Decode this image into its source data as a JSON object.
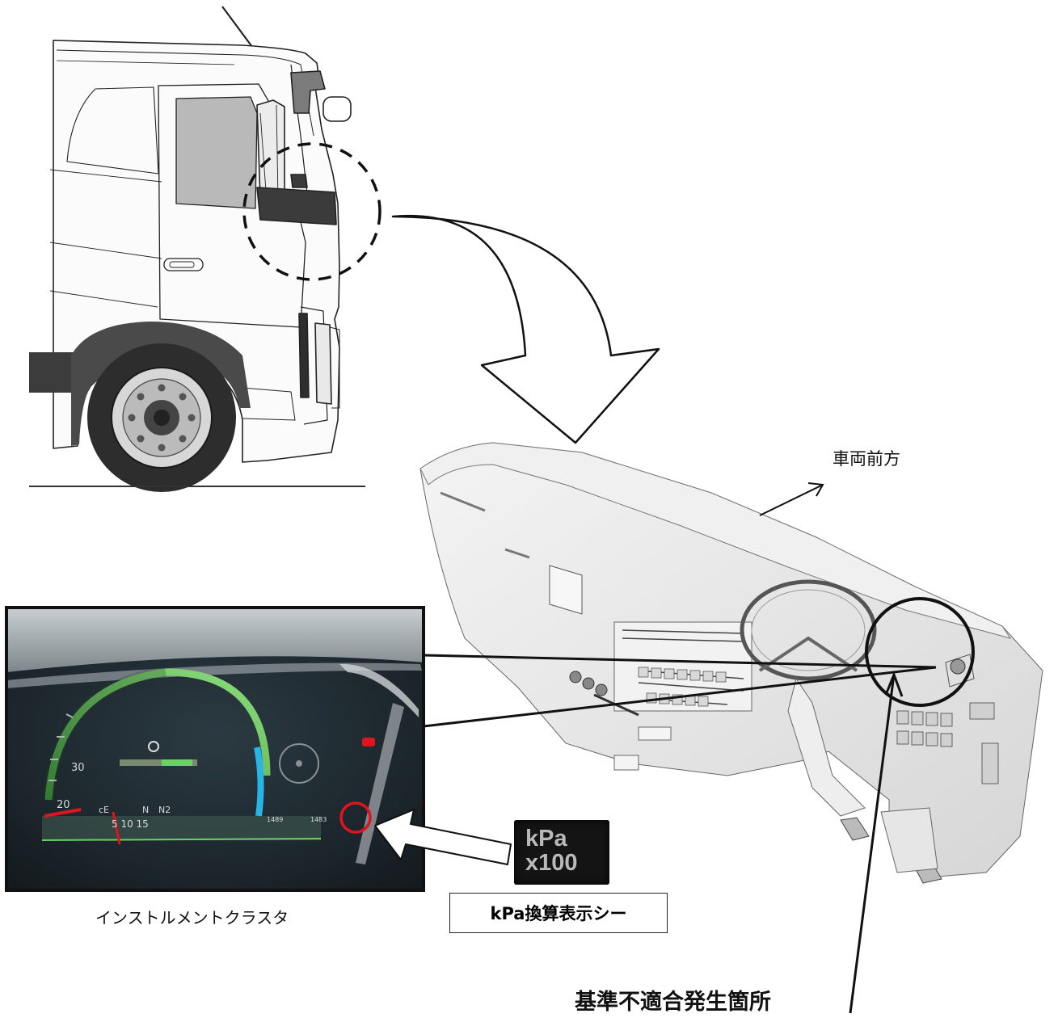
{
  "labels": {
    "direction": "車両前方",
    "cluster_caption": "インストルメントクラスタ",
    "sticker_caption": "kPa換算表示シー",
    "fault_location": "基準不適合発生箇所"
  },
  "sticker": {
    "line1": "kPa",
    "line2": "x100"
  },
  "cluster_readouts": {
    "scale_30": "30",
    "scale_20": "20",
    "gear_left": "cE",
    "gear_mid": "N",
    "gear_right": "N2",
    "digits": "5 10 15",
    "odo1": "1489",
    "odo2": "1483"
  },
  "colors": {
    "highlight_red": "#e0141e",
    "gauge_green": "#6dcf6a",
    "gauge_blue": "#27b5e6",
    "line_black": "#111111"
  }
}
